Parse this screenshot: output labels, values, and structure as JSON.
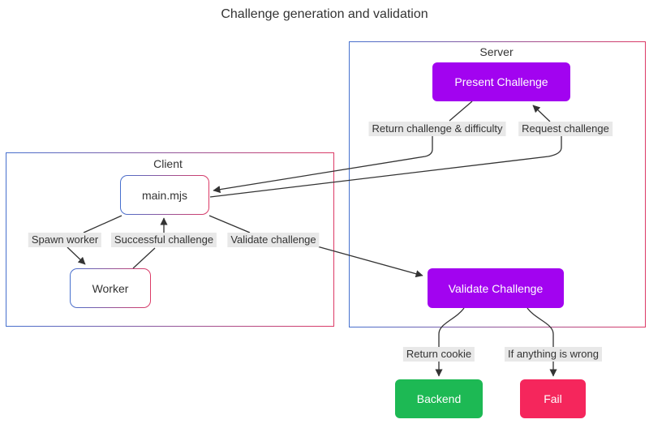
{
  "title": "Challenge generation and validation",
  "colors": {
    "node_purple": "#a203f0",
    "node_green": "#1db954",
    "node_pink": "#f5265c",
    "border_blue": "#4670ce",
    "border_red": "#dc3a66",
    "edge_label_bg": "#e8e8e8",
    "line": "#333333",
    "text": "#333333"
  },
  "containers": {
    "server": {
      "label": "Server"
    },
    "client": {
      "label": "Client"
    }
  },
  "nodes": {
    "present_challenge": {
      "label": "Present Challenge"
    },
    "main_mjs": {
      "label": "main.mjs"
    },
    "worker": {
      "label": "Worker"
    },
    "validate_challenge": {
      "label": "Validate Challenge"
    },
    "backend": {
      "label": "Backend"
    },
    "fail": {
      "label": "Fail"
    }
  },
  "edge_labels": {
    "return_challenge": "Return challenge & difficulty",
    "request_challenge": "Request challenge",
    "spawn_worker": "Spawn worker",
    "successful_challenge": "Successful challenge",
    "validate_challenge": "Validate challenge",
    "return_cookie": "Return cookie",
    "if_anything_wrong": "If anything is wrong"
  }
}
